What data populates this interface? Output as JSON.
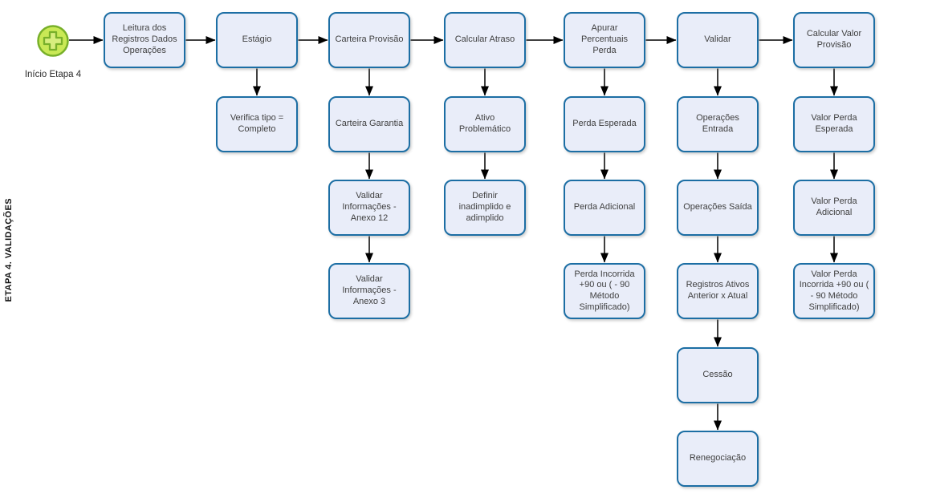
{
  "side_label": "ETAPA 4. VALIDAÇÕES",
  "start": {
    "label": "Início Etapa 4",
    "icon": "plus-circle-icon",
    "fill_color": "#c9e956",
    "stroke_color": "#78b02a",
    "cross_fill_color": "#d7ee7e"
  },
  "theme": {
    "node_fill": "#e9edf9",
    "node_stroke": "#1c6ea4",
    "node_text": "#3f3f3f",
    "arrow_color": "#000000",
    "background": "#ffffff"
  },
  "nodes": {
    "leitura": {
      "label": "Leitura dos Registros Dados Operações"
    },
    "estagio": {
      "label": "Estágio"
    },
    "verifica_tipo": {
      "label": "Verifica tipo = Completo"
    },
    "carteira_provisao": {
      "label": "Carteira Provisão"
    },
    "carteira_garantia": {
      "label": "Carteira Garantia"
    },
    "validar_info_anexo12": {
      "label": "Validar Informações - Anexo 12"
    },
    "validar_info_anexo3": {
      "label": "Validar Informações - Anexo 3"
    },
    "calcular_atraso": {
      "label": "Calcular Atraso"
    },
    "ativo_problematico": {
      "label": "Ativo Problemático"
    },
    "definir_inadimplido": {
      "label": "Definir inadimplido e adimplido"
    },
    "apurar_percentuais": {
      "label": "Apurar Percentuais Perda"
    },
    "perda_esperada": {
      "label": "Perda Esperada"
    },
    "perda_adicional": {
      "label": "Perda Adicional"
    },
    "perda_incorrida": {
      "label": "Perda Incorrida +90 ou  ( - 90 Método Simplificado)"
    },
    "validar": {
      "label": "Validar"
    },
    "operacoes_entrada": {
      "label": "Operações Entrada"
    },
    "operacoes_saida": {
      "label": "Operações Saída"
    },
    "registros_ativos": {
      "label": "Registros Ativos Anterior x Atual"
    },
    "cessao": {
      "label": "Cessão"
    },
    "renegociacao": {
      "label": "Renegociação"
    },
    "calcular_valor_provisao": {
      "label": "Calcular Valor Provisão"
    },
    "valor_perda_esperada": {
      "label": "Valor Perda Esperada"
    },
    "valor_perda_adicional": {
      "label": "Valor Perda Adicional"
    },
    "valor_perda_incorrida": {
      "label": "Valor Perda Incorrida +90 ou ( - 90  Método Simplificado)"
    }
  },
  "edges": [
    {
      "from": "start",
      "to": "leitura"
    },
    {
      "from": "leitura",
      "to": "estagio"
    },
    {
      "from": "estagio",
      "to": "carteira_provisao"
    },
    {
      "from": "carteira_provisao",
      "to": "calcular_atraso"
    },
    {
      "from": "calcular_atraso",
      "to": "apurar_percentuais"
    },
    {
      "from": "apurar_percentuais",
      "to": "validar"
    },
    {
      "from": "validar",
      "to": "calcular_valor_provisao"
    },
    {
      "from": "estagio",
      "to": "verifica_tipo"
    },
    {
      "from": "carteira_provisao",
      "to": "carteira_garantia"
    },
    {
      "from": "carteira_garantia",
      "to": "validar_info_anexo12"
    },
    {
      "from": "validar_info_anexo12",
      "to": "validar_info_anexo3"
    },
    {
      "from": "calcular_atraso",
      "to": "ativo_problematico"
    },
    {
      "from": "ativo_problematico",
      "to": "definir_inadimplido"
    },
    {
      "from": "apurar_percentuais",
      "to": "perda_esperada"
    },
    {
      "from": "perda_esperada",
      "to": "perda_adicional"
    },
    {
      "from": "perda_adicional",
      "to": "perda_incorrida"
    },
    {
      "from": "validar",
      "to": "operacoes_entrada"
    },
    {
      "from": "operacoes_entrada",
      "to": "operacoes_saida"
    },
    {
      "from": "operacoes_saida",
      "to": "registros_ativos"
    },
    {
      "from": "registros_ativos",
      "to": "cessao"
    },
    {
      "from": "cessao",
      "to": "renegociacao"
    },
    {
      "from": "calcular_valor_provisao",
      "to": "valor_perda_esperada"
    },
    {
      "from": "valor_perda_esperada",
      "to": "valor_perda_adicional"
    },
    {
      "from": "valor_perda_adicional",
      "to": "valor_perda_incorrida"
    }
  ]
}
